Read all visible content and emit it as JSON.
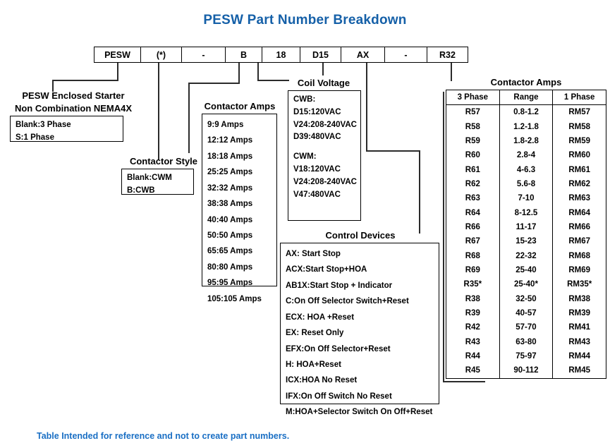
{
  "title": "PESW Part Number Breakdown",
  "footer": "Table Intended for reference and not to create part numbers.",
  "part_number": {
    "cells": [
      {
        "value": "PESW",
        "width": 66
      },
      {
        "value": "(*)",
        "width": 58
      },
      {
        "value": "-",
        "width": 62
      },
      {
        "value": "B",
        "width": 52
      },
      {
        "value": "18",
        "width": 54
      },
      {
        "value": "D15",
        "width": 58
      },
      {
        "value": "AX",
        "width": 62
      },
      {
        "value": "-",
        "width": 60
      },
      {
        "value": "R32",
        "width": 57
      }
    ]
  },
  "enclosed_starter": {
    "heading_line1": "PESW Enclosed Starter",
    "heading_line2": "Non Combination NEMA4X",
    "items": [
      "Blank:3 Phase",
      "S:1 Phase"
    ]
  },
  "contactor_style": {
    "heading": "Contactor Style",
    "items": [
      "Blank:CWM",
      "B:CWB"
    ]
  },
  "contactor_amps_list": {
    "heading": "Contactor Amps",
    "items": [
      "9:9 Amps",
      "12:12 Amps",
      "18:18 Amps",
      "25:25 Amps",
      "32:32 Amps",
      "38:38 Amps",
      "40:40 Amps",
      "50:50 Amps",
      "65:65 Amps",
      "80:80 Amps",
      "95:95 Amps",
      "105:105 Amps"
    ]
  },
  "coil_voltage": {
    "heading": "Coil Voltage",
    "items": [
      "CWB:",
      "D15:120VAC",
      "V24:208-240VAC",
      "D39:480VAC",
      "",
      "CWM:",
      "V18:120VAC",
      "V24:208-240VAC",
      "V47:480VAC"
    ]
  },
  "control_devices": {
    "heading": "Control Devices",
    "items": [
      "AX: Start Stop",
      "ACX:Start Stop+HOA",
      "AB1X:Start Stop + Indicator",
      "C:On Off Selector Switch+Reset",
      "ECX: HOA +Reset",
      "EX: Reset Only",
      "EFX:On Off Selector+Reset",
      "H: HOA+Reset",
      "ICX:HOA No Reset",
      "IFX:On Off Switch No Reset",
      "M:HOA+Selector Switch On Off+Reset"
    ]
  },
  "contactor_amps_table": {
    "heading": "Contactor Amps",
    "columns": [
      "3 Phase",
      "Range",
      "1 Phase"
    ],
    "rows": [
      [
        "R57",
        "0.8-1.2",
        "RM57"
      ],
      [
        "R58",
        "1.2-1.8",
        "RM58"
      ],
      [
        "R59",
        "1.8-2.8",
        "RM59"
      ],
      [
        "R60",
        "2.8-4",
        "RM60"
      ],
      [
        "R61",
        "4-6.3",
        "RM61"
      ],
      [
        "R62",
        "5.6-8",
        "RM62"
      ],
      [
        "R63",
        "7-10",
        "RM63"
      ],
      [
        "R64",
        "8-12.5",
        "RM64"
      ],
      [
        "R66",
        "11-17",
        "RM66"
      ],
      [
        "R67",
        "15-23",
        "RM67"
      ],
      [
        "R68",
        "22-32",
        "RM68"
      ],
      [
        "R69",
        "25-40",
        "RM69"
      ],
      [
        "R35*",
        "25-40*",
        "RM35*"
      ],
      [
        "R38",
        "32-50",
        "RM38"
      ],
      [
        "R39",
        "40-57",
        "RM39"
      ],
      [
        "R42",
        "57-70",
        "RM41"
      ],
      [
        "R43",
        "63-80",
        "RM43"
      ],
      [
        "R44",
        "75-97",
        "RM44"
      ],
      [
        "R45",
        "90-112",
        "RM45"
      ]
    ]
  },
  "colors": {
    "title_blue": "#1560a8",
    "footer_blue": "#1a6fc4",
    "line": "#2b2b2b",
    "border": "#000000"
  }
}
